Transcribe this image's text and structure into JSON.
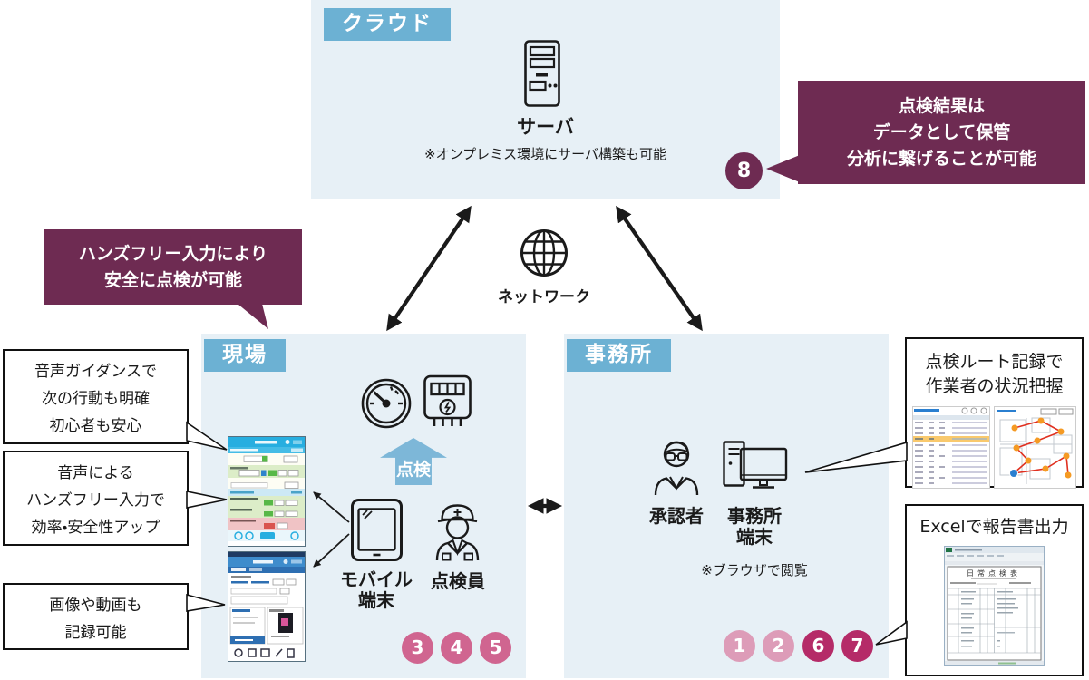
{
  "colors": {
    "accent_blue": "#6cb1d3",
    "section_bg": "#e7f0f6",
    "maroon": "#6e2b52",
    "badge_light": "#dd9cb8",
    "badge_mid": "#d06590",
    "badge_dark": "#b52b68",
    "inspect_arrow_blue": "#7db7d8"
  },
  "cloud": {
    "label": "クラウド",
    "server": "サーバ",
    "note": "※オンプレミス環境にサーバ構築も可能",
    "badge": "8"
  },
  "network": {
    "label": "ネットワーク"
  },
  "site": {
    "label": "現場",
    "inspect": "点検",
    "mobile_line1": "モバイル",
    "mobile_line2": "端末",
    "inspector": "点検員",
    "badges": [
      "3",
      "4",
      "5"
    ]
  },
  "office": {
    "label": "事務所",
    "approver": "承認者",
    "terminal_line1": "事務所",
    "terminal_line2": "端末",
    "note": "※ブラウザで閲覧",
    "badges": [
      "1",
      "2",
      "6",
      "7"
    ]
  },
  "callouts": {
    "cloud": {
      "line1": "点検結果は",
      "line2": "データとして保管",
      "line3": "分析に繋げることが可能"
    },
    "site": {
      "line1": "ハンズフリー入力により",
      "line2": "安全に点検が可能"
    }
  },
  "notes": {
    "voice_guidance": {
      "line1": "音声ガイダンスで",
      "line2": "次の行動も明確",
      "line3": "初心者も安心"
    },
    "voice_input": {
      "line1": "音声による",
      "line2": "ハンズフリー入力で",
      "line3": "効率・安全性アップ"
    },
    "media": {
      "line1": "画像や動画も",
      "line2": "記録可能"
    }
  },
  "panels": {
    "route": {
      "line1": "点検ルート記録で",
      "line2": "作業者の状況把握"
    },
    "excel": {
      "title": "Excelで報告書出力",
      "report_title": "日常点検表"
    }
  }
}
